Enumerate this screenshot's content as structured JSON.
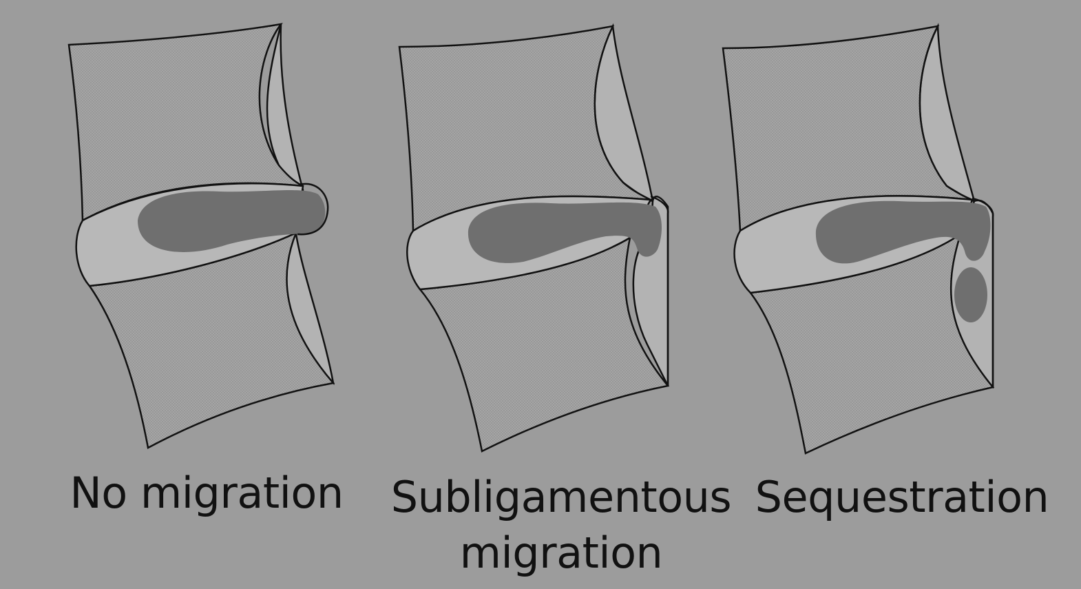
{
  "figure": {
    "labels": [
      {
        "text": "No migration"
      },
      {
        "text": "Subligamentous\nmigration"
      },
      {
        "text": "Sequestration"
      }
    ],
    "colors": {
      "page": "#9c9c9c",
      "vertebra_fill": "#a9a9a9",
      "disc_fill": "#b6b6b6",
      "nucleus_fill": "#707070",
      "ligament_fill": "#b3b3b3",
      "outline": "#111111"
    }
  }
}
